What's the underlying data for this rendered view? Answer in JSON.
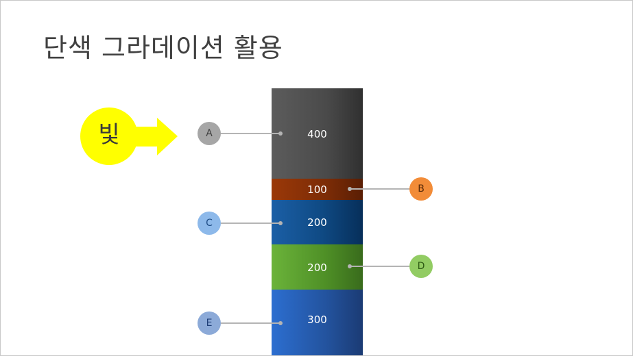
{
  "title": "단색 그라데이션 활용",
  "light": {
    "label": "빛",
    "color": "#ffff00"
  },
  "layers": [
    {
      "id": "A",
      "value": "400",
      "color": "#4a4a4a",
      "marker_color": "#a6a6a6"
    },
    {
      "id": "B",
      "value": "100",
      "color": "#7c2c06",
      "marker_color": "#f28c38"
    },
    {
      "id": "C",
      "value": "200",
      "color": "#0f4a84",
      "marker_color": "#8db9ea"
    },
    {
      "id": "D",
      "value": "200",
      "color": "#4e8f26",
      "marker_color": "#92cc63"
    },
    {
      "id": "E",
      "value": "300",
      "color": "#23539e",
      "marker_color": "#8caad8"
    }
  ]
}
